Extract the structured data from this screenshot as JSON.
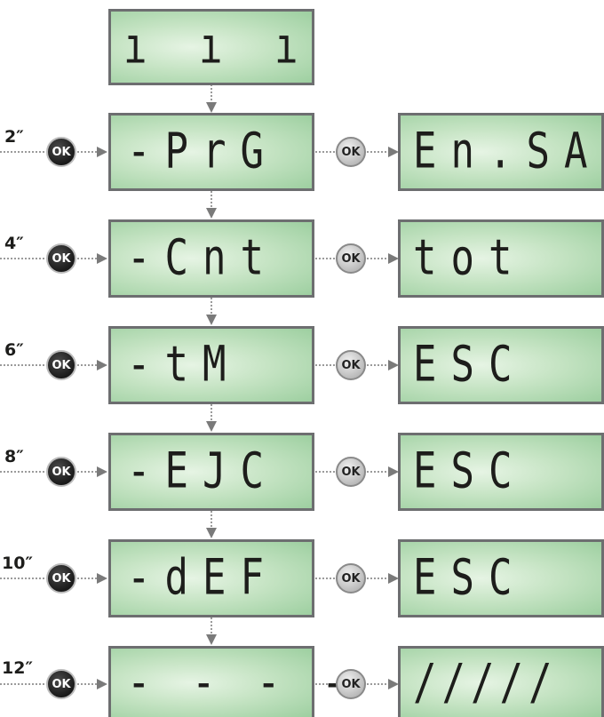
{
  "top_display": {
    "text": "ı ı ı"
  },
  "ok_label": "OK",
  "rows": [
    {
      "seconds": "2″",
      "menu": "-PrG",
      "result": "En.SA"
    },
    {
      "seconds": "4″",
      "menu": "-Cnt",
      "result": "tot"
    },
    {
      "seconds": "6″",
      "menu": "-tM",
      "result": "ESC"
    },
    {
      "seconds": "8″",
      "menu": "-EJC",
      "result": "ESC"
    },
    {
      "seconds": "10″",
      "menu": "-dEF",
      "result": "ESC"
    },
    {
      "seconds": "12″",
      "menu": "- - - -",
      "result": "/////"
    }
  ]
}
